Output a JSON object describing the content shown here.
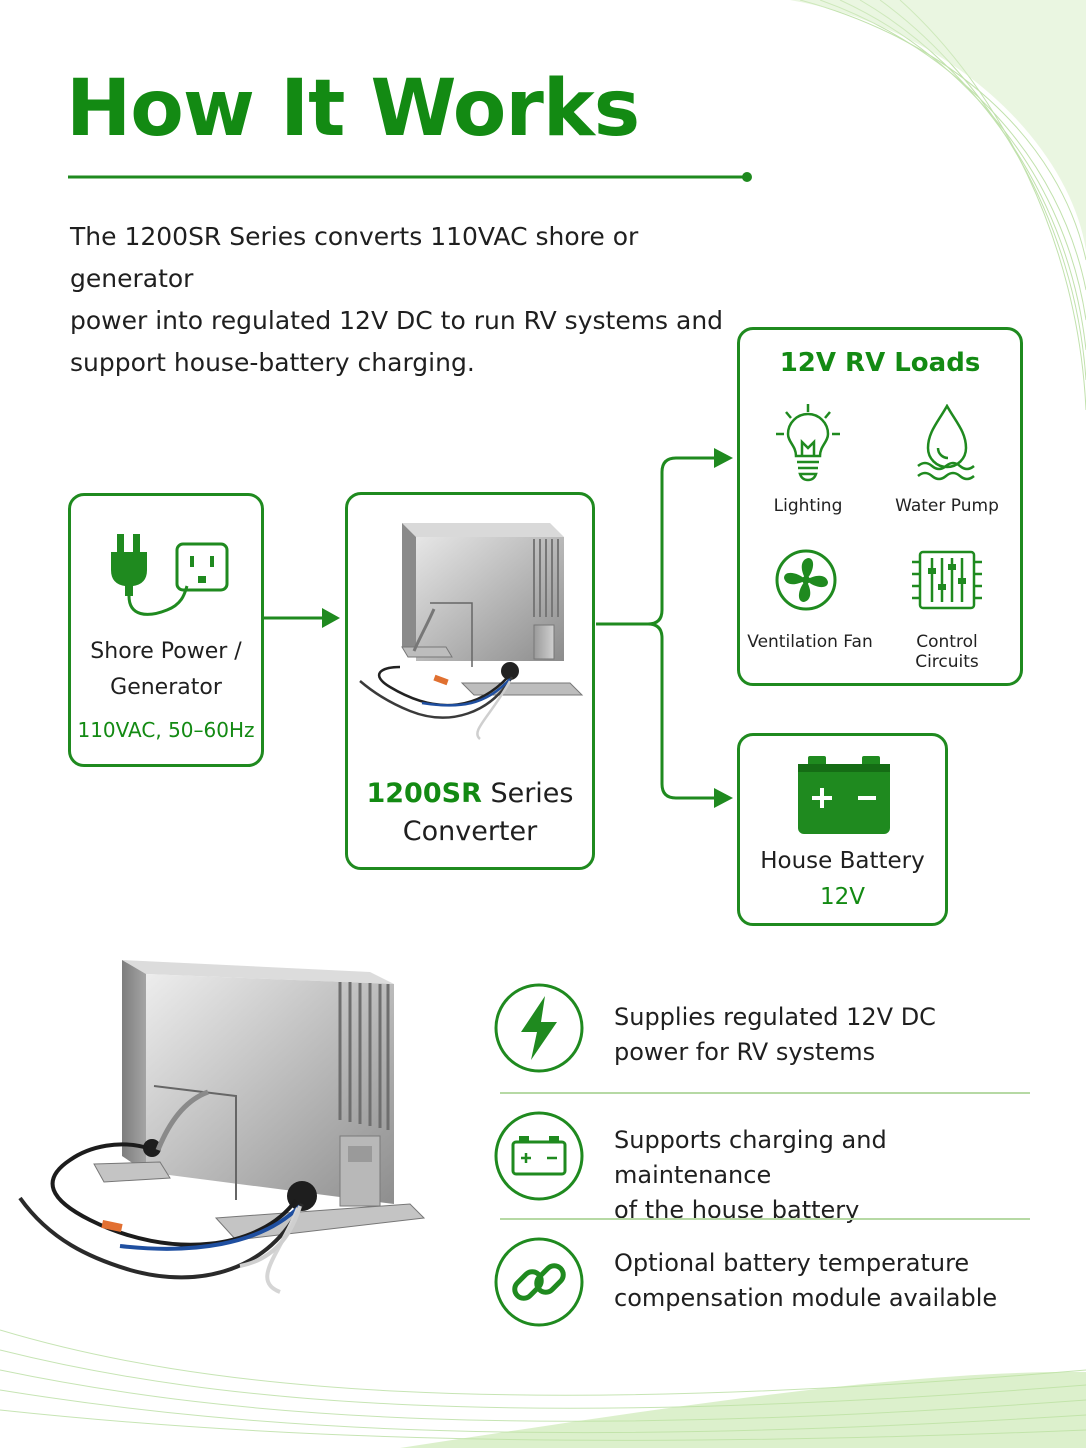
{
  "header": {
    "title": "How It Works",
    "intro_lines": [
      "The 1200SR Series converts 110VAC shore or generator",
      "power into regulated 12V DC to run RV systems and",
      "support house-battery charging."
    ]
  },
  "source": {
    "label_line1": "Shore Power /",
    "label_line2": "Generator",
    "spec": "110VAC, 50–60Hz"
  },
  "converter": {
    "model": "1200SR",
    "series": " Series",
    "line2": "Converter"
  },
  "loads": {
    "title": "12V RV Loads",
    "items": [
      {
        "label": "Lighting",
        "icon": "light-bulb-icon"
      },
      {
        "label": "Water Pump",
        "icon": "water-drop-icon"
      },
      {
        "label": "Ventilation Fan",
        "icon": "fan-icon"
      },
      {
        "label": "Control Circuits",
        "icon": "circuit-icon"
      }
    ]
  },
  "battery": {
    "label": "House Battery",
    "voltage": "12V"
  },
  "features": [
    {
      "line1": "Supplies regulated 12V DC",
      "line2": "power for RV systems",
      "icon": "lightning-bolt-icon"
    },
    {
      "line1": "Supports charging and maintenance",
      "line2": "of the house battery",
      "icon": "battery-icon"
    },
    {
      "line1": "Optional battery temperature",
      "line2": "compensation module available",
      "icon": "chain-link-icon"
    }
  ],
  "colors": {
    "brand_green": "#138a13",
    "card_border": "#1f8a1f",
    "rule_green": "#b6d9a4"
  }
}
